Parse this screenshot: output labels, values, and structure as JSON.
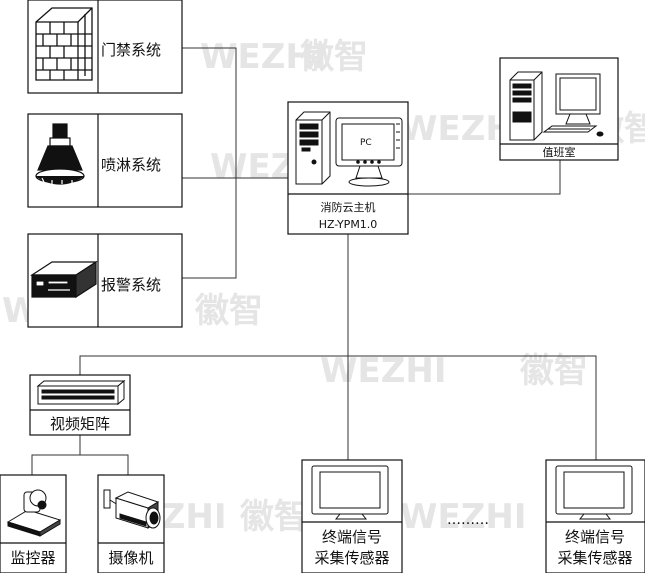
{
  "watermark": {
    "latin": "WEZHI",
    "cjk": "徽智",
    "color": "#e5e5e5"
  },
  "subsystems": {
    "access": "门禁系统",
    "sprinkler": "喷淋系统",
    "alarm": "报警系统"
  },
  "host": {
    "screen_label": "PC",
    "name": "消防云主机",
    "model": "HZ-YPM1.0"
  },
  "duty_room": "值班室",
  "video": {
    "matrix": "视频矩阵",
    "monitor": "监控器",
    "camera": "摄像机"
  },
  "terminals": [
    {
      "line1": "终端信号",
      "line2": "采集传感器"
    },
    {
      "line1": "终端信号",
      "line2": "采集传感器"
    }
  ],
  "ellipsis": "………"
}
